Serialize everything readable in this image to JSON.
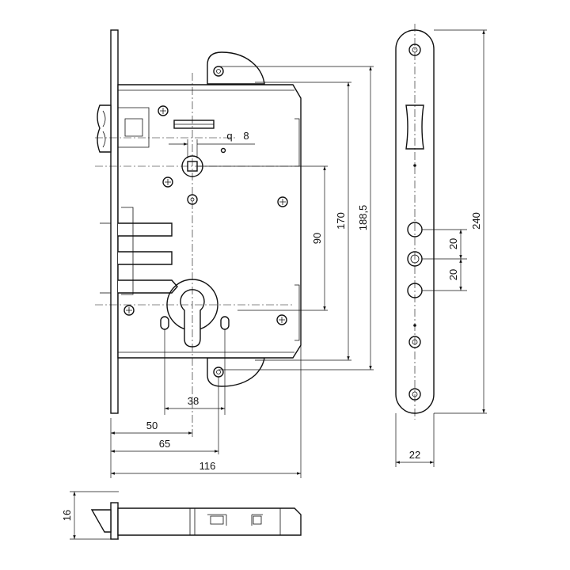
{
  "dimensions": {
    "q_label": "q",
    "q_value": "8",
    "center_distance": "90",
    "case_height": "170",
    "overall_height": "188,5",
    "faceplate_length": "240",
    "hole_spacing_upper": "20",
    "hole_spacing_lower": "20",
    "faceplate_width": "22",
    "fixing_distance": "38",
    "backset": "50",
    "pin_to_edge": "65",
    "case_width": "116",
    "case_thickness": "16"
  },
  "colors": {
    "line": "#111111",
    "background": "#ffffff"
  }
}
